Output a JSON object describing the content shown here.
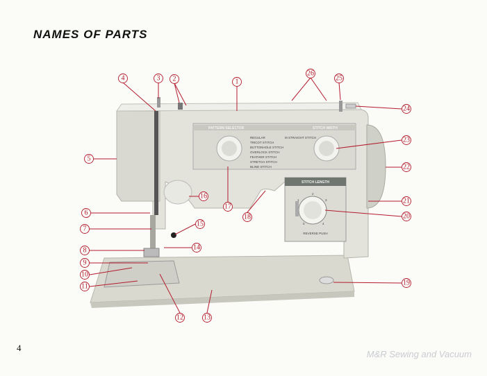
{
  "page": {
    "title": "NAMES OF PARTS",
    "page_number": "4",
    "watermark": "M&R Sewing and Vacuum"
  },
  "panel": {
    "pattern_selector": "PATTERN SELECTOR",
    "stitch_width": "STITCH WIDTH",
    "straight": "M STRAIGHT STITCH",
    "patterns": [
      "REGULAR",
      "TRICOT STITCH",
      "BUTTONHOLE STITCH",
      "OVERLOCK STITCH",
      "FEATHER STITCH",
      "STRETCH STITCH",
      "BLIND STITCH"
    ],
    "stitch_length": "STITCH LENGTH",
    "reverse_push": "REVERSE PUSH",
    "length_ticks": [
      "0",
      "1",
      "2",
      "3",
      "4"
    ]
  },
  "callouts": [
    "1",
    "2",
    "3",
    "4",
    "5",
    "6",
    "7",
    "8",
    "9",
    "10",
    "11",
    "12",
    "13",
    "14",
    "15",
    "16",
    "17",
    "18",
    "19",
    "20",
    "21",
    "22",
    "23",
    "24",
    "25",
    "26"
  ]
}
